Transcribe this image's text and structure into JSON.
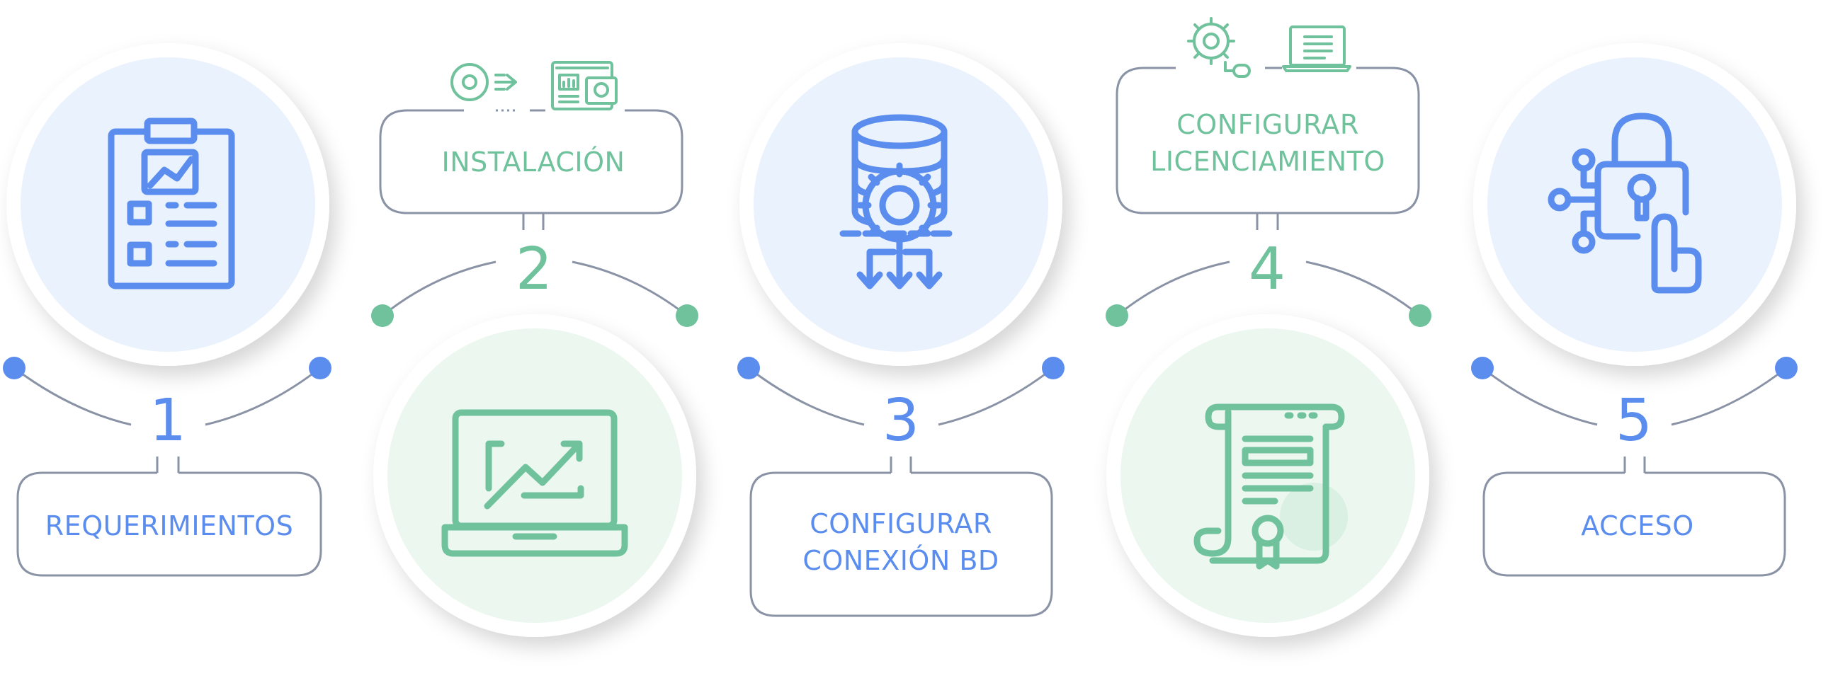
{
  "colors": {
    "blue": "#5b8def",
    "green": "#6fc29b",
    "blue_fill": "#eaf2fd",
    "green_fill": "#ecf7f0",
    "gray": "#8a93a5"
  },
  "steps": [
    {
      "number": "1",
      "label_lines": [
        "REQUERIMIENTOS"
      ],
      "accent": "blue",
      "icon": "clipboard-checklist-icon"
    },
    {
      "number": "2",
      "label_lines": [
        "INSTALACIÓN"
      ],
      "accent": "green",
      "icon": "laptop-chart-icon",
      "top_icons": [
        "disc-arrow-icon",
        "dashboard-icon"
      ]
    },
    {
      "number": "3",
      "label_lines": [
        "CONFIGURAR",
        "CONEXIÓN BD"
      ],
      "accent": "blue",
      "icon": "database-gear-icon"
    },
    {
      "number": "4",
      "label_lines": [
        "CONFIGURAR",
        "LICENCIAMIENTO"
      ],
      "accent": "green",
      "icon": "certificate-scroll-icon",
      "top_icons": [
        "gear-link-icon",
        "laptop-document-icon"
      ]
    },
    {
      "number": "5",
      "label_lines": [
        "ACCESO"
      ],
      "accent": "blue",
      "icon": "lock-touch-icon"
    }
  ]
}
